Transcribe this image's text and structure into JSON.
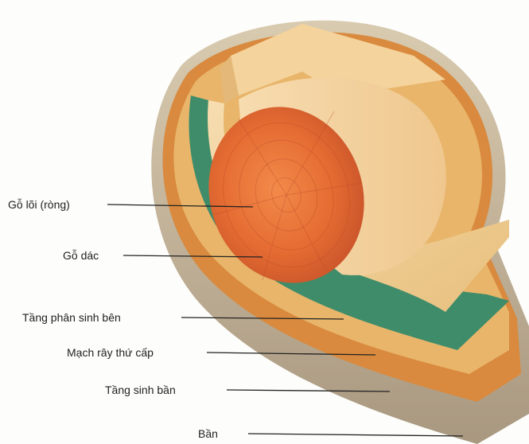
{
  "diagram": {
    "labels": [
      {
        "id": "heartwood",
        "text": "Gỗ lõi (ròng)"
      },
      {
        "id": "sapwood",
        "text": "Gỗ dác"
      },
      {
        "id": "cambium",
        "text": "Tầng phân sinh bên"
      },
      {
        "id": "phloem",
        "text": "Mạch rây thứ cấp"
      },
      {
        "id": "cork-cambium",
        "text": "Tầng sinh bần"
      },
      {
        "id": "cork",
        "text": "Bần"
      }
    ],
    "colors": {
      "heartwood": "#e8763a",
      "sapwood": "#f2cf92",
      "cambium": "#3f8c6a",
      "phloem": "#e0a855",
      "cork-cambium": "#d98a3e",
      "cork": "#c8b89a"
    }
  }
}
